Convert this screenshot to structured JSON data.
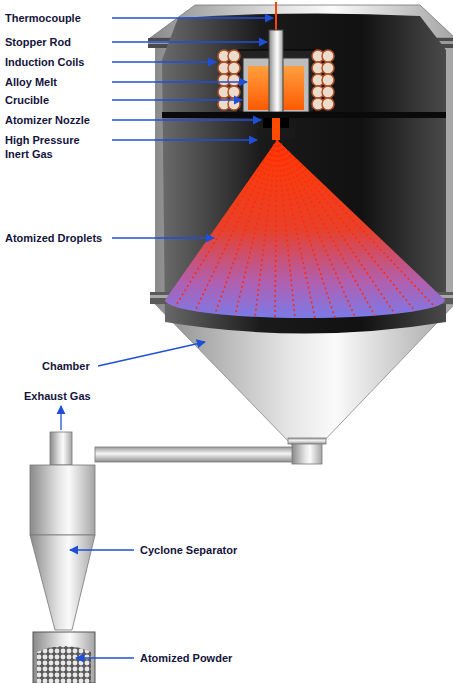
{
  "diagram": {
    "labels": [
      "Thermocouple",
      "Stopper Rod",
      "Induction Coils",
      "Alloy Melt",
      "Crucible",
      "Atomizer Nozzle",
      "High Pressure Inert Gas",
      "Atomized Droplets",
      "Chamber",
      "Exhaust Gas",
      "Cyclone Separator",
      "Atomized Powder"
    ]
  }
}
